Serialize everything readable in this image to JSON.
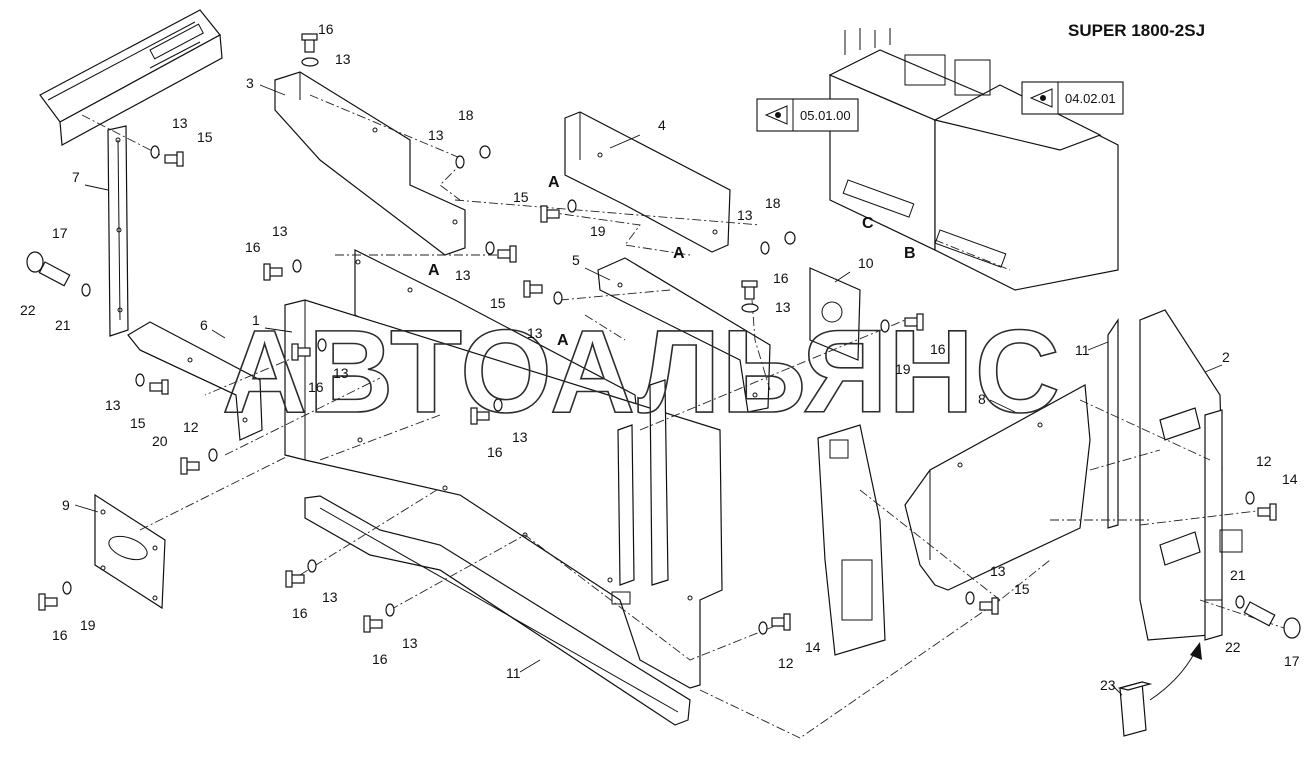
{
  "title": "SUPER 1800-2SJ",
  "watermark": "АВТОАЛЬЯНС",
  "references": [
    {
      "code": "05.01.00",
      "icon": "eye-icon"
    },
    {
      "code": "04.02.01",
      "icon": "eye-icon"
    }
  ],
  "view_letters": [
    "A",
    "A",
    "A",
    "A",
    "C",
    "B"
  ],
  "callouts": [
    "16",
    "13",
    "3",
    "18",
    "13",
    "13",
    "15",
    "7",
    "4",
    "A",
    "15",
    "19",
    "13",
    "18",
    "17",
    "16",
    "13",
    "13",
    "A",
    "22",
    "21",
    "5",
    "16",
    "10",
    "13",
    "6",
    "15",
    "1",
    "13",
    "A",
    "16",
    "13",
    "16",
    "19",
    "11",
    "2",
    "8",
    "13",
    "15",
    "13",
    "16",
    "12",
    "20",
    "12",
    "14",
    "9",
    "13",
    "15",
    "21",
    "16",
    "19",
    "16",
    "13",
    "16",
    "13",
    "11",
    "12",
    "14",
    "22",
    "17",
    "23"
  ]
}
